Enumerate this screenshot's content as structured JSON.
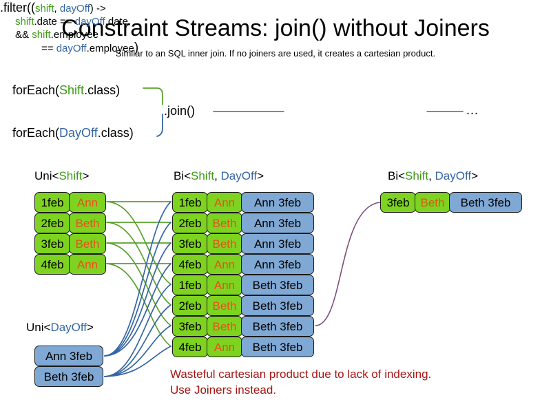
{
  "page": {
    "title": "Constraint Streams: join() without Joiners",
    "subtitle": "Similar to an SQL inner join. If no joiners are used, it creates a cartesian product."
  },
  "colors": {
    "shift_accent": "#3c9a14",
    "dayoff_accent": "#3465a4",
    "card_green": "#7ed321",
    "card_blue": "#7fa8d4",
    "employee_text": "#e8501a",
    "warning_text": "#a81414",
    "connector_green": "#5aa02c",
    "connector_blue": "#3465a4",
    "connector_purple": "#7b4f7b"
  },
  "code": {
    "foreach_shift": {
      "prefix": "forEach(",
      "type": "Shift",
      "suffix": ".class)"
    },
    "foreach_dayoff": {
      "prefix": "forEach(",
      "type": "DayOff",
      "suffix": ".class)"
    },
    "join_label": ".join()",
    "ellipsis": "…",
    "filter": {
      "line1_prefix": ".filter((",
      "line1_param1": "shift",
      "line1_comma": ", ",
      "line1_param2": "dayOff",
      "line1_suffix": ") ->",
      "line2_a": "shift",
      "line2_b": ".date == ",
      "line2_c": "dayOff",
      "line2_d": ".date",
      "line3_a": "&& ",
      "line3_b": "shift",
      "line3_c": ".employee",
      "line4_a": "== ",
      "line4_b": "dayOff",
      "line4_c": ".employee",
      "line4_close": ")"
    }
  },
  "labels": {
    "uni_shift": {
      "prefix": "Uni<",
      "type": "Shift",
      "suffix": ">"
    },
    "uni_dayoff": {
      "prefix": "Uni<",
      "type": "DayOff",
      "suffix": ">"
    },
    "bi_middle": {
      "prefix": "Bi<",
      "type1": "Shift",
      "sep": ", ",
      "type2": "DayOff",
      "suffix": ">"
    },
    "bi_right": {
      "prefix": "Bi<",
      "type1": "Shift",
      "sep": ", ",
      "type2": "DayOff",
      "suffix": ">"
    }
  },
  "streams": {
    "uni_shift_rows": [
      {
        "date": "1feb",
        "employee": "Ann"
      },
      {
        "date": "2feb",
        "employee": "Beth"
      },
      {
        "date": "3feb",
        "employee": "Beth"
      },
      {
        "date": "4feb",
        "employee": "Ann"
      }
    ],
    "uni_dayoff_rows": [
      {
        "dayoff": "Ann 3feb"
      },
      {
        "dayoff": "Beth 3feb"
      }
    ],
    "bi_middle_rows": [
      {
        "date": "1feb",
        "employee": "Ann",
        "dayoff": "Ann 3feb"
      },
      {
        "date": "2feb",
        "employee": "Beth",
        "dayoff": "Ann 3feb"
      },
      {
        "date": "3feb",
        "employee": "Beth",
        "dayoff": "Ann 3feb"
      },
      {
        "date": "4feb",
        "employee": "Ann",
        "dayoff": "Ann 3feb"
      },
      {
        "date": "1feb",
        "employee": "Ann",
        "dayoff": "Beth 3feb"
      },
      {
        "date": "2feb",
        "employee": "Beth",
        "dayoff": "Beth 3feb"
      },
      {
        "date": "3feb",
        "employee": "Beth",
        "dayoff": "Beth 3feb"
      },
      {
        "date": "4feb",
        "employee": "Ann",
        "dayoff": "Beth 3feb"
      }
    ],
    "bi_right_rows": [
      {
        "date": "3feb",
        "employee": "Beth",
        "dayoff": "Beth 3feb"
      }
    ]
  },
  "warning": {
    "line1": "Wasteful cartesian product due to lack of indexing.",
    "line2": "Use Joiners instead."
  }
}
